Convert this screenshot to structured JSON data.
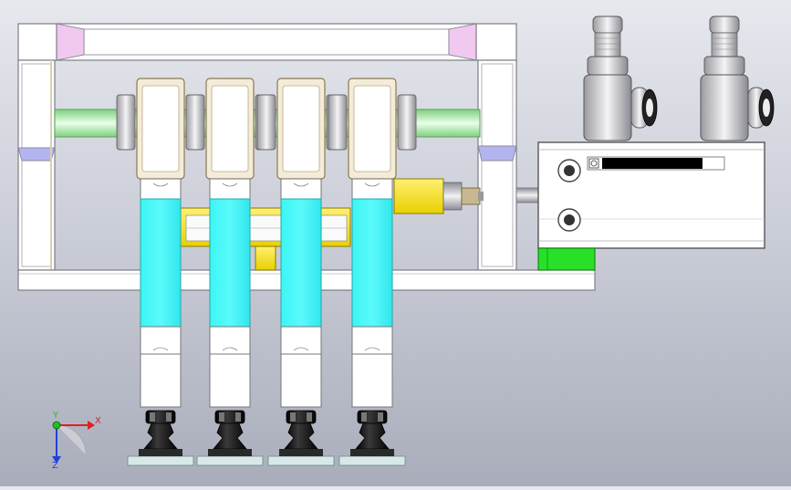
{
  "viewport": {
    "background_top": "#e6e8ee",
    "background_bottom": "#a9adbb"
  },
  "colors": {
    "frame_fill": "#ffffff",
    "frame_stroke": "#7d7d87",
    "frame_corner_pink": "#f0c8f0",
    "frame_corner_blue": "#b4b4f0",
    "shaft": "#b4f0b4",
    "sensor_body": "#ffff32",
    "cylinder_tube": "#3cf5f5",
    "suction_cup": "#1a1a1a",
    "green_block": "#28e028",
    "display_bar": "#000000"
  },
  "model": {
    "vacuum_units": [
      "unit-1",
      "unit-2",
      "unit-3",
      "unit-4"
    ],
    "flow_valves": [
      "valve-left",
      "valve-right"
    ]
  },
  "triad": {
    "x_label": "X",
    "y_label": "Y",
    "z_label": "Z",
    "x_color": "#e02020",
    "y_color": "#20c020",
    "z_color": "#2040e0"
  }
}
